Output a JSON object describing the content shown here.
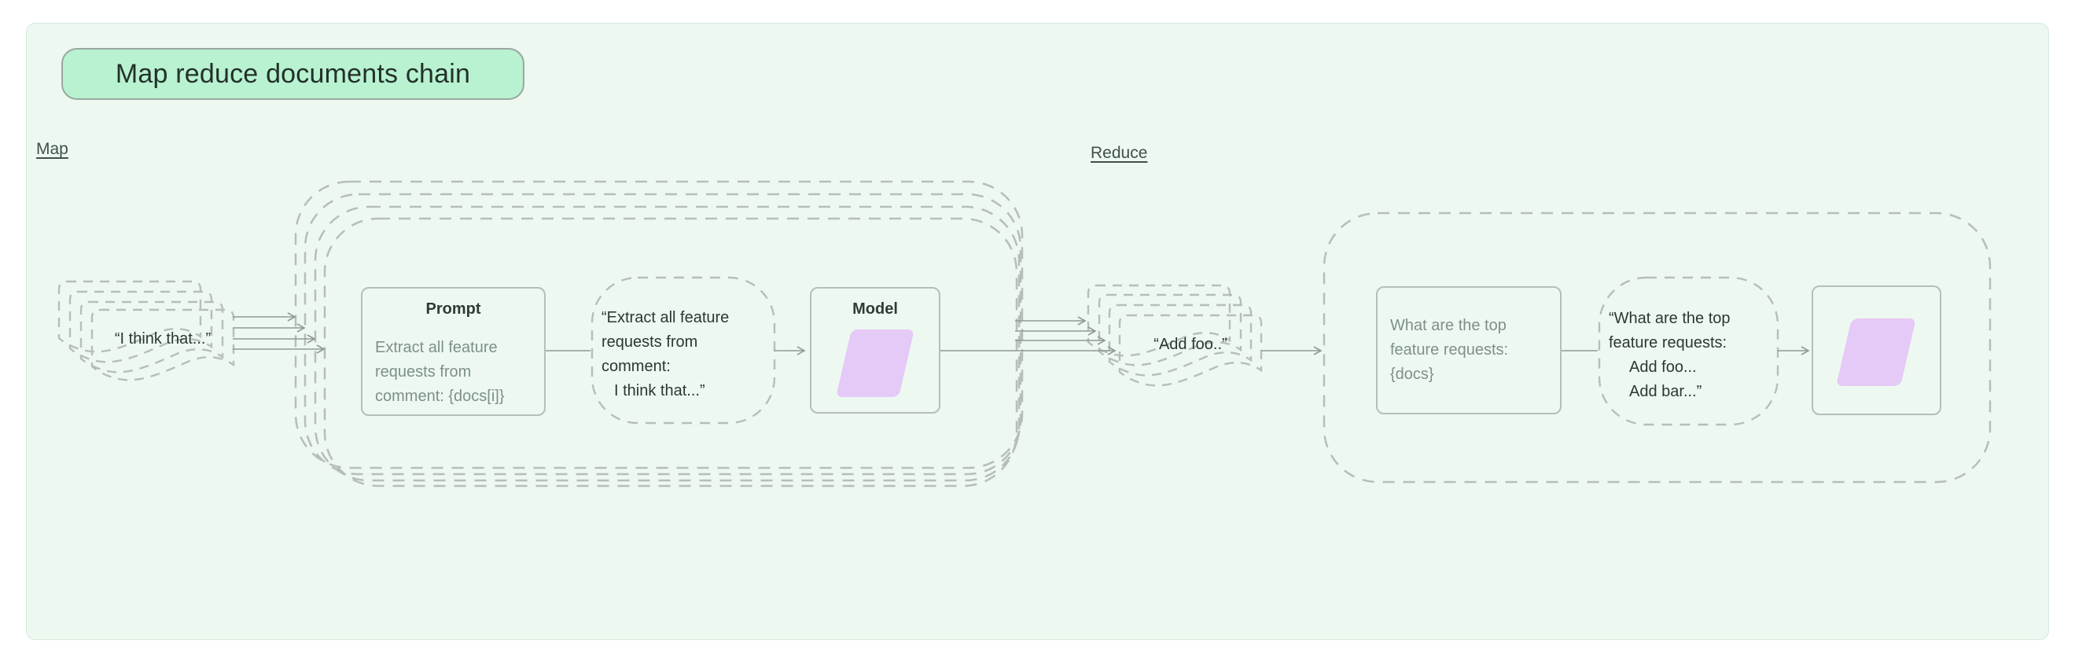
{
  "title_badge": "Map reduce documents chain",
  "labels": {
    "map": "Map",
    "reduce": "Reduce"
  },
  "map_section": {
    "input_document": "“I think that...”",
    "prompt_node": {
      "title": "Prompt",
      "lines": [
        "Extract all feature",
        "requests from",
        "comment: {docs[i]}"
      ]
    },
    "filled_prompt": {
      "lines": [
        "“Extract all feature",
        "requests from",
        "comment:",
        "I think that...”"
      ]
    },
    "model_node": {
      "title": "Model"
    }
  },
  "reduce_section": {
    "mapped_document": "“Add foo..”",
    "prompt_node": {
      "lines": [
        "What are the top",
        "feature requests:",
        "{docs}"
      ]
    },
    "filled_prompt": {
      "lines": [
        "“What are the top",
        "feature requests:",
        "Add foo...",
        "Add bar...”"
      ]
    }
  },
  "colors": {
    "badge_fill": "#b8f2d0",
    "panel_bg": "#edf8f1",
    "model_output_fill": "#e5c9f7",
    "dashed_stroke": "#b6beb8",
    "solid_border": "#b5bfb8",
    "arrow_stroke": "#8f9a92",
    "dark_text": "#2b3830",
    "muted_text": "#7e9186"
  }
}
